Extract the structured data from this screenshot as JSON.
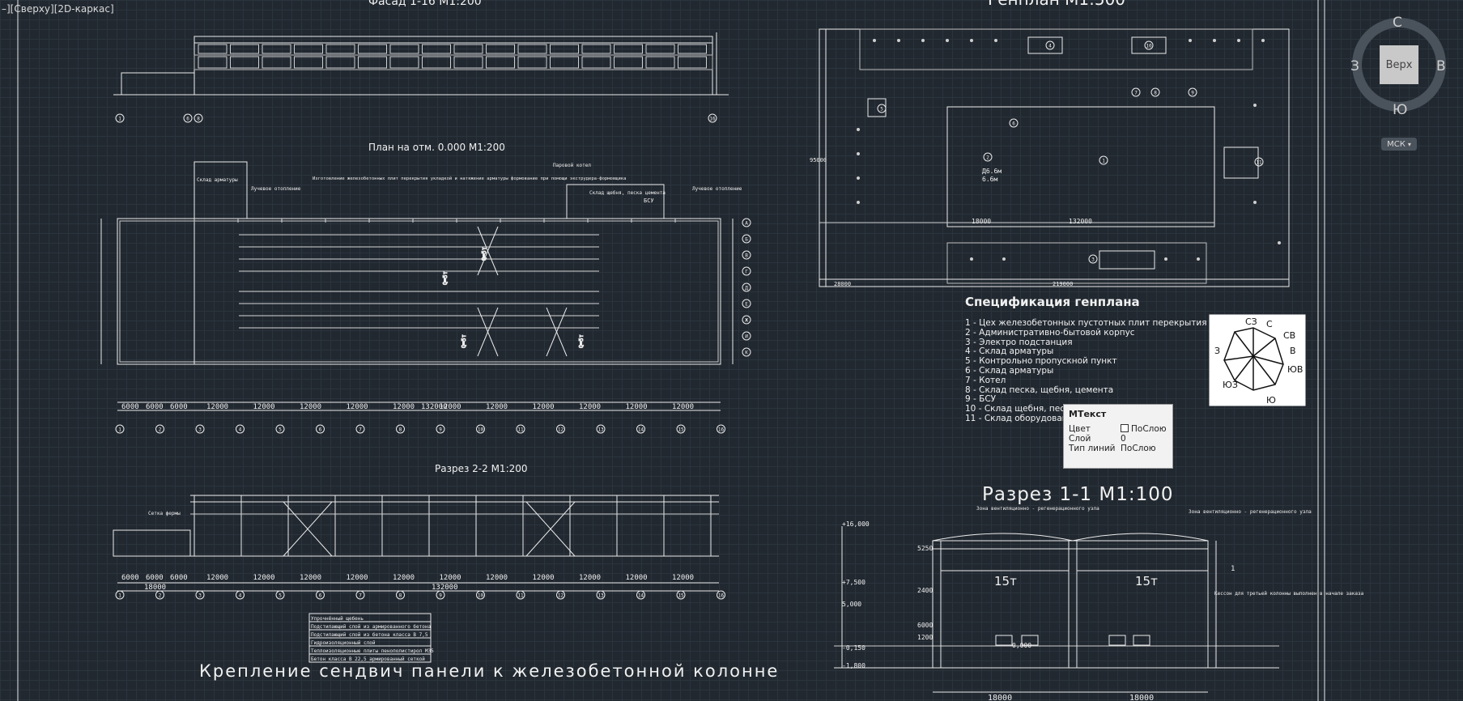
{
  "viewport": {
    "label": "–][Сверху][2D-каркас]"
  },
  "titles": {
    "facade": "Фасад 1-16 М1:200",
    "plan": "План на отм. 0.000 М1:200",
    "section22": "Разрез 2-2 М1:200",
    "genplan": "Генплан М1:500",
    "section11": "Разрез 1-1 М1:100",
    "bottom": "Крепление сендвич панели к железобетонной колонне"
  },
  "plan_labels": {
    "rebar_store": "Склад арматуры",
    "radiant1": "Лучевое отопление",
    "radiant2": "Лучевое отопление",
    "boiler": "Паровой котел",
    "sand_store": "Склад щебня, песка цемента",
    "bsu": "БСУ",
    "note": "Изготовление железобетонных плит перекрытия укладкой и натяжение арматуры формование при помощи экструдера-формовщика"
  },
  "dims": {
    "plan_small": [
      "6000",
      "6000",
      "6000"
    ],
    "plan_bays": [
      "12000",
      "12000",
      "12000",
      "12000",
      "12000",
      "12000",
      "12000",
      "12000",
      "12000",
      "12000",
      "12000"
    ],
    "plan_total": "132000",
    "sec_small": [
      "6000",
      "6000",
      "6000"
    ],
    "sec_sub": "18000",
    "sec_bays": [
      "12000",
      "12000",
      "12000",
      "12000",
      "12000",
      "12000",
      "12000",
      "12000",
      "12000",
      "12000",
      "12000"
    ],
    "sec_total": "132000",
    "gp_inner": "132000",
    "gp_left": "18000",
    "gp_total": "219000",
    "gp_offset": "28000",
    "gp_height": "95000",
    "gp_radius": "Д6.6м",
    "gp_radius2": "6.6м",
    "s11_left": "18000",
    "s11_right": "18000"
  },
  "section11": {
    "crane_left": "15т",
    "crane_right": "15т",
    "zone_left": "Зона вентиляционно - регенерационного узла",
    "zone_right": "Зона вентиляционно - регенерационного узла",
    "note_right": "Кессон для третьей колонны выполнен в начале заказа",
    "elev_top": "+16,000",
    "elev_mid": "+7,500",
    "elev_5": "5,000",
    "elev_low": "-0,150",
    "elev_bottom": "-1,800",
    "elev_floor": "0,000",
    "dim_a": "5250",
    "dim_b": "2400",
    "dim_c": "6000",
    "dim_d": "1200",
    "mark_1": "1"
  },
  "section22": {
    "label_left": "Сетка фермы"
  },
  "legend_table": [
    "Упрочнённый щебень",
    "Подстилающий слой из армированного бетона",
    "Подстилающий слой из бетона класса В 7,5",
    "Гидроизоляционный слой",
    "Теплоизоляционные плиты пенополистирол М35",
    "Бетон класса В 22,5 армированный сеткой"
  ],
  "spec": {
    "title": "Спецификация генплана",
    "items": [
      "1 - Цех железобетонных пустотных плит перекрытия",
      "2 - Административно-бытовой корпус",
      "3 - Электро подстанция",
      "4 - Склад арматуры",
      "5 - Контрольно пропускной пункт",
      "6 - Склад арматуры",
      "7 - Котел",
      "8 - Склад песка, щебня, цемента",
      "9 - БСУ",
      "10 - Склад щебня, песка",
      "11 - Склад оборудовани"
    ]
  },
  "compass": {
    "N": "С",
    "NE": "СВ",
    "E": "В",
    "SE": "ЮВ",
    "S": "Ю",
    "SW": "ЮЗ",
    "W": "З",
    "NW": "СЗ"
  },
  "tooltip": {
    "title": "МТекст",
    "rows": [
      {
        "key": "Цвет",
        "value": "ПоСлою"
      },
      {
        "key": "Слой",
        "value": "0"
      },
      {
        "key": "Тип линий",
        "value": "ПоСлою"
      }
    ]
  },
  "viewcube": {
    "face": "Верх",
    "north": "С",
    "south": "Ю",
    "west": "З",
    "east": "В"
  },
  "wcs": {
    "label": "МСК"
  },
  "axis_numbers": {
    "facade": [
      "1",
      "6",
      "8",
      "16"
    ],
    "plan_bottom": [
      "1",
      "2",
      "3",
      "4",
      "5",
      "6",
      "7",
      "8",
      "9",
      "10",
      "11",
      "12",
      "13",
      "14",
      "15",
      "16"
    ],
    "plan_right": [
      "А",
      "Б",
      "В",
      "Г",
      "Д",
      "Е",
      "Ж",
      "И",
      "К"
    ],
    "genplan_markers": [
      "1",
      "2",
      "3",
      "4",
      "5",
      "6",
      "7",
      "8",
      "9",
      "10",
      "11"
    ]
  },
  "crane_labels": [
    "Q=5т",
    "Q=5т",
    "Q=5т",
    "Q=5т"
  ],
  "colors": {
    "background": "#212830",
    "line": "#f0f0f0",
    "hatch": "#9a9a9a"
  }
}
